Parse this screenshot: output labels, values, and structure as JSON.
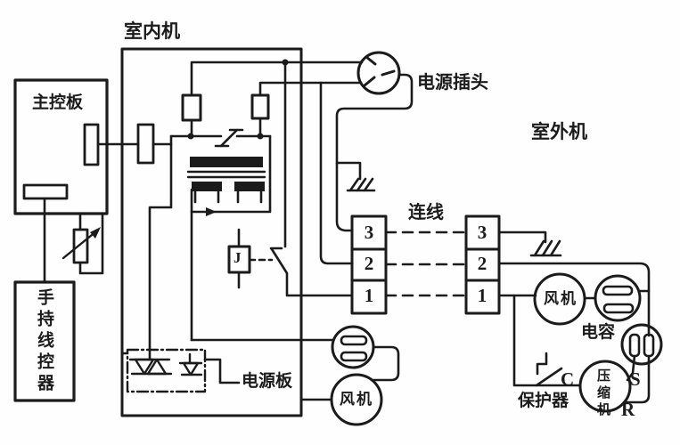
{
  "labels": {
    "indoor_unit": "室内机",
    "outdoor_unit": "室外机",
    "main_control_board": "主控板",
    "handheld_controller": "手持线控器",
    "power_plug": "电源插头",
    "connection_wire": "连线",
    "power_board": "电源板",
    "fan_indoor": "风机",
    "fan_outdoor": "风机",
    "capacitor_outdoor": "电容",
    "compressor": "压缩机",
    "protector": "保护器",
    "relay": "J",
    "terminal_c": "C",
    "terminal_s": "S",
    "terminal_r": "R"
  },
  "terminals": {
    "indoor": [
      "3",
      "2",
      "1"
    ],
    "outdoor": [
      "3",
      "2",
      "1"
    ]
  },
  "colors": {
    "ink": "#1b1b1b",
    "background": "#fefefe"
  }
}
